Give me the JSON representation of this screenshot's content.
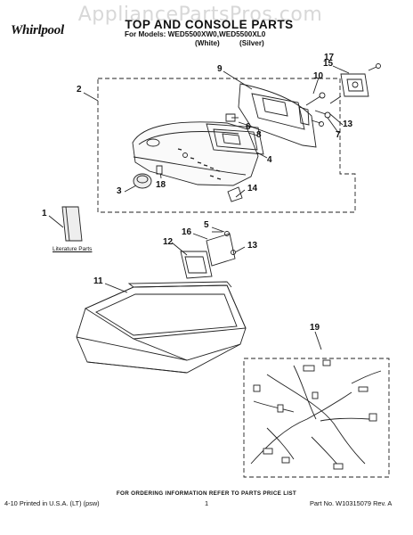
{
  "header": {
    "brand": "Whirlpool",
    "watermark": "AppliancePartsPros.com",
    "title": "TOP AND CONSOLE PARTS",
    "models": "For Models: WED5500XW0,WED5500XL0",
    "variant_white": "(White)",
    "variant_silver": "(Silver)"
  },
  "callouts": {
    "c1": "1",
    "c2": "2",
    "c3": "3",
    "c4": "4",
    "c5": "5",
    "c6": "6",
    "c7": "7",
    "c8": "8",
    "c9": "9",
    "c10": "10",
    "c11": "11",
    "c12": "12",
    "c13a": "13",
    "c13b": "13",
    "c14": "14",
    "c15": "15",
    "c16": "16",
    "c17": "17",
    "c18": "18",
    "c19": "19"
  },
  "literature_label": "Literature Parts",
  "footer": {
    "ordering": "FOR ORDERING INFORMATION REFER TO PARTS PRICE LIST",
    "printed": "4-10 Printed in U.S.A. (LT) (psw)",
    "page": "1",
    "part_no": "Part No. W10315079 Rev. A"
  }
}
